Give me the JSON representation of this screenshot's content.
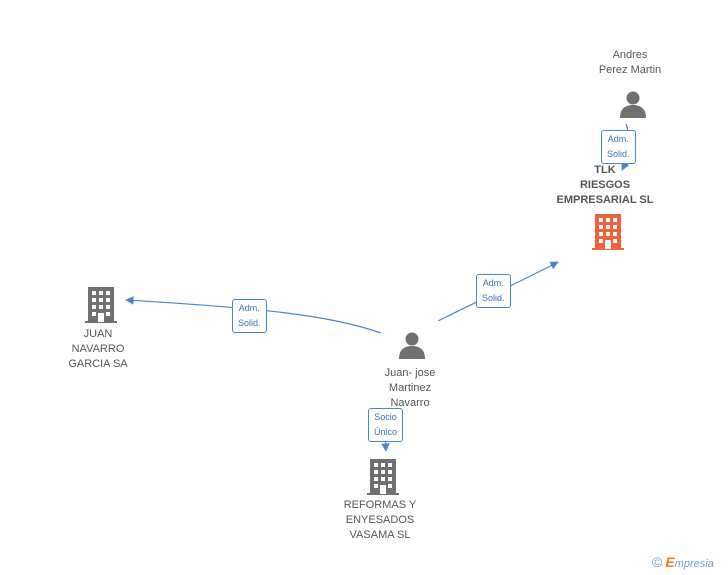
{
  "nodes": {
    "andres": {
      "label": "Andres\nPerez Martin",
      "icon": "person-icon"
    },
    "tlk": {
      "label": "TLK\nRIESGOS\nEMPRESARIAL SL",
      "icon": "building-icon",
      "color": "#f0633a"
    },
    "juan_navarro": {
      "label": "JUAN\nNAVARRO\nGARCIA SA",
      "icon": "building-icon",
      "color": "#707070"
    },
    "juanjose": {
      "label": "Juan- jose\nMartinez\nNavarro",
      "icon": "person-icon"
    },
    "reformas": {
      "label": "REFORMAS Y\nENYESADOS\nVASAMA SL",
      "icon": "building-icon",
      "color": "#707070"
    }
  },
  "edges": {
    "andres_tlk": "Adm.\nSolid.",
    "juanjose_juannavarro": "Adm.\nSolid.",
    "juanjose_tlk": "Adm.\nSolid.",
    "juanjose_reformas": "Socio\nÚnico"
  },
  "colors": {
    "edge": "#4a86c8",
    "person": "#707070",
    "highlight": "#f0633a"
  },
  "brand": {
    "copyright": "©",
    "e": "E",
    "rest": "mpresia"
  }
}
